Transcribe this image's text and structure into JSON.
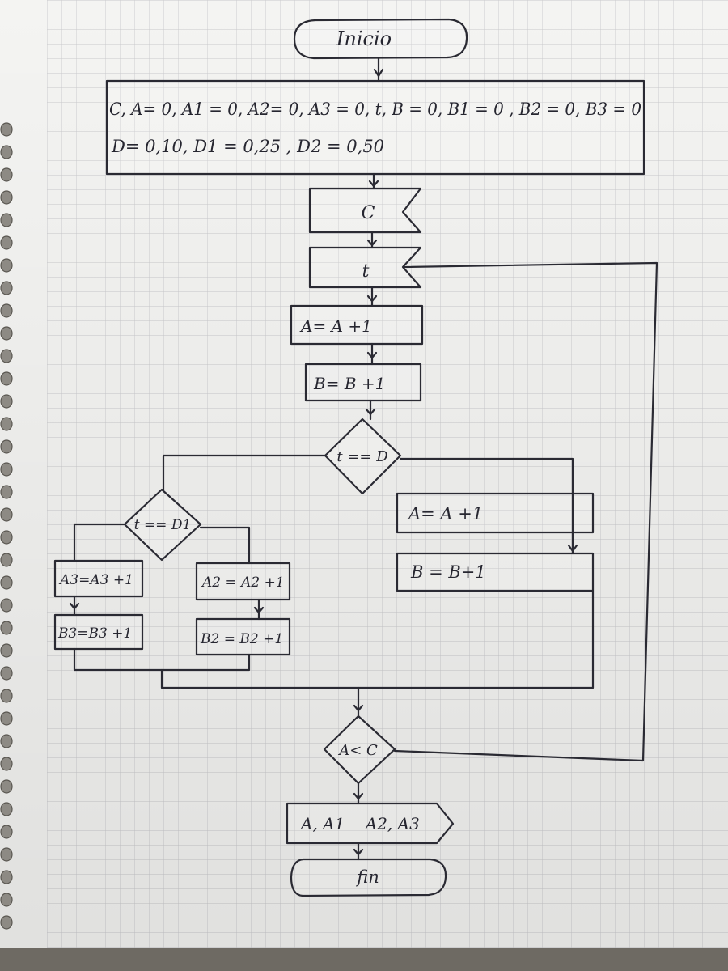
{
  "flowchart": {
    "start": "Inicio",
    "init_line1": "C, A= 0, A1 = 0, A2= 0, A3 = 0, t, B = 0, B1 = 0 , B2 = 0, B3 = 0",
    "init_line2": "D= 0,10, D1 = 0,25 , D2 = 0,50",
    "input_c": "C",
    "input_t": "t",
    "inc_a": "A= A +1",
    "inc_b": "B= B +1",
    "cond_t_d": "t == D",
    "inc_a_right": "A= A +1",
    "inc_b_right": "B = B+1",
    "cond_t_d1": "t == D1",
    "inc_a3": "A3=A3 +1",
    "inc_b3": "B3=B3 +1",
    "inc_a2": "A2 = A2 +1",
    "inc_b2": "B2 = B2 +1",
    "cond_a_c": "A< C",
    "output": "A, A1    A2, A3",
    "end": "fin"
  },
  "colors": {
    "paper": "#f4f4f2",
    "grid": "#c9c9cc",
    "ink": "#2a2a33",
    "background": "#6e6a63"
  }
}
